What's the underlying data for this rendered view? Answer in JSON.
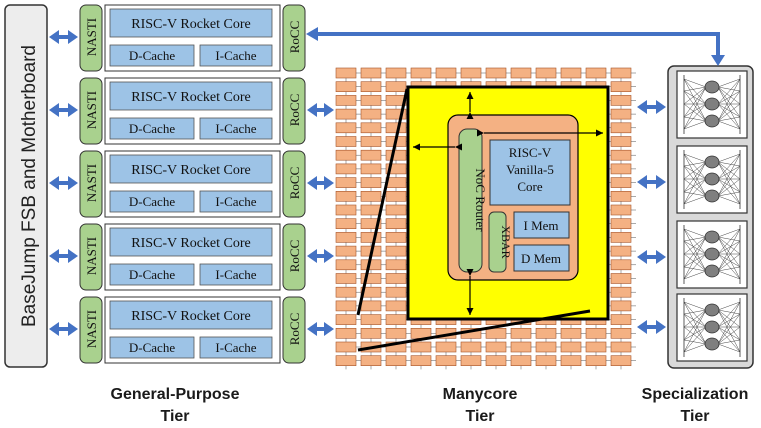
{
  "motherboard": {
    "label": "BaseJump FSB and Motherboard"
  },
  "general_purpose": {
    "nasti_label": "NASTI",
    "rocc_label": "RoCC",
    "core_label": "RISC-V Rocket Core",
    "dcache_label": "D-Cache",
    "icache_label": "I-Cache",
    "core_count": 5
  },
  "manycore": {
    "router_label": "NoC Router",
    "core_label_lines": [
      "RISC-V",
      "Vanilla-5",
      "Core"
    ],
    "xbar_label": "XBAR",
    "imem_label": "I Mem",
    "dmem_label": "D Mem",
    "grid_rows": 22,
    "grid_cols": 12
  },
  "specialization": {
    "unit_count": 4
  },
  "tiers": [
    {
      "id": "gp",
      "lines": [
        "General-Purpose",
        "Tier"
      ]
    },
    {
      "id": "mc",
      "lines": [
        "Manycore",
        "Tier"
      ]
    },
    {
      "id": "sp",
      "lines": [
        "Specialization",
        "Tier"
      ]
    }
  ],
  "colors": {
    "green": "#a9d18e",
    "blue": "#9dc3e6",
    "tile": "#f4b183",
    "yellow": "#ffff00",
    "arrow": "#4472c4",
    "panel": "#d9d9d9",
    "node": "#7f7f7f"
  }
}
